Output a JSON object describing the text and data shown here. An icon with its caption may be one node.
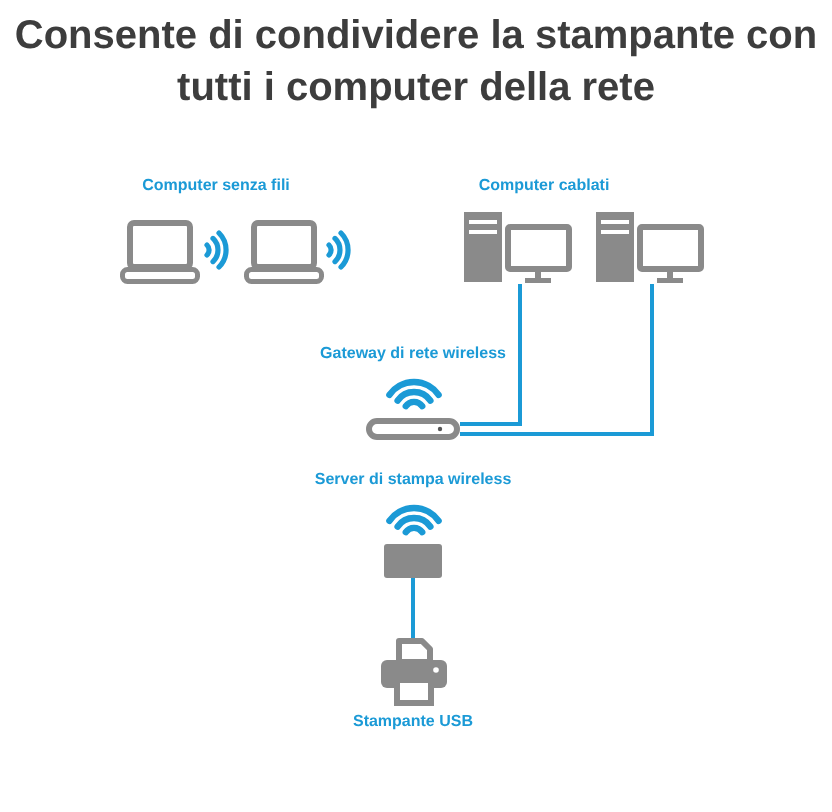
{
  "diagram": {
    "title": "Consente di condividere la stampante con tutti i computer della rete",
    "nodes": [
      {
        "text": [],
        "shape": "picture"
      },
      {
        "text": [],
        "shape": "picture"
      },
      {
        "text": [
          "Gateway di rete wireless"
        ]
      },
      {
        "text": [
          "Server di stampa wireless"
        ]
      },
      {
        "text": [
          "Stampante USB"
        ]
      }
    ],
    "edges": [
      {
        "from": 0,
        "to": 2,
        "arrow": "none"
      },
      {
        "from": 1,
        "to": 2,
        "arrow": "none"
      },
      {
        "from": 3,
        "to": 4,
        "arrow": "none"
      }
    ],
    "labels": [
      "Computer senza fili",
      "Computer cablati"
    ]
  }
}
